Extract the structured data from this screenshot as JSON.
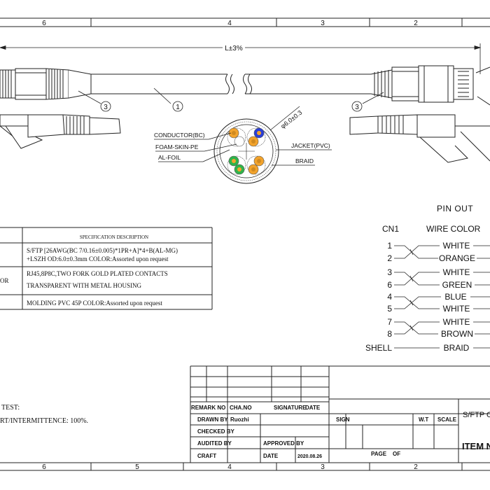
{
  "frame": {
    "top_zones": [
      "6",
      "4",
      "3",
      "2"
    ],
    "bottom_zones": [
      "6",
      "5",
      "4",
      "3",
      "2"
    ]
  },
  "drawing": {
    "length_label": "L±3%",
    "callout_1": "1",
    "callout_3": "3",
    "diameter_label": "φ6.0±0.3",
    "labels": {
      "conductor": "CONDUCTOR(BC)",
      "foam_skin": "FOAM-SKIN-PE",
      "al_foil": "AL-FOIL",
      "jacket": "JACKET(PVC)",
      "braid": "BRAID"
    }
  },
  "spec_table": {
    "header": "SPECIFICATION DESCRIPTION",
    "rows": [
      {
        "label": "",
        "lines": [
          "S/FTP [26AWG(BC 7/0.16±0.005)*1PR+A]*4+B(AL-MG)",
          "+LSZH  OD:6.0±0.3mm  COLOR:Assorted upon request"
        ]
      },
      {
        "label": "OR",
        "lines": [
          "RJ45,8P8C,TWO FORK  GOLD PLATED CONTACTS",
          "TRANSPARENT WITH METAL HOUSING"
        ]
      },
      {
        "label": "",
        "lines": [
          "MOLDING PVC   45P  COLOR:Assorted upon request"
        ]
      }
    ]
  },
  "pinout": {
    "title": "PIN OUT",
    "cn_label": "CN1",
    "wire_color_label": "WIRE COLOR",
    "pins": [
      {
        "pin": "1",
        "color": "WHITE"
      },
      {
        "pin": "2",
        "color": "ORANGE"
      },
      {
        "pin": "3",
        "color": "WHITE"
      },
      {
        "pin": "6",
        "color": "GREEN"
      },
      {
        "pin": "4",
        "color": "BLUE"
      },
      {
        "pin": "5",
        "color": "WHITE"
      },
      {
        "pin": "7",
        "color": "WHITE"
      },
      {
        "pin": "8",
        "color": "BROWN"
      }
    ],
    "shell": {
      "pin": "SHELL",
      "color": "BRAID"
    }
  },
  "test_notes": {
    "line1": "TEST:",
    "line2": "RT/INTERMITTENCE: 100%."
  },
  "title_block": {
    "remark_no": "REMARK NO",
    "cha_no": "CHA.NO",
    "signature": "SIGNATURE",
    "date": "DATE",
    "drawn_by": "DRAWN BY",
    "drawn_by_value": "Ruozhi",
    "checked_by": "CHECKED BY",
    "audited_by": "AUDITED BY",
    "approved_by": "APPROVED BY",
    "craft": "CRAFT",
    "date_label": "DATE",
    "date_value": "2020.08.26",
    "sign": "SIGN",
    "wt": "W.T",
    "scale": "SCALE",
    "page": "PAGE",
    "of": "OF",
    "part_title": "S/FTP C",
    "item_no": "ITEM NO"
  },
  "colors": {
    "line": "#222222",
    "orange": "#f2a32c",
    "green": "#2fb34a",
    "blue": "#2b3fd6",
    "brown": "#8a5a2b",
    "gray": "#8a8a8a"
  }
}
